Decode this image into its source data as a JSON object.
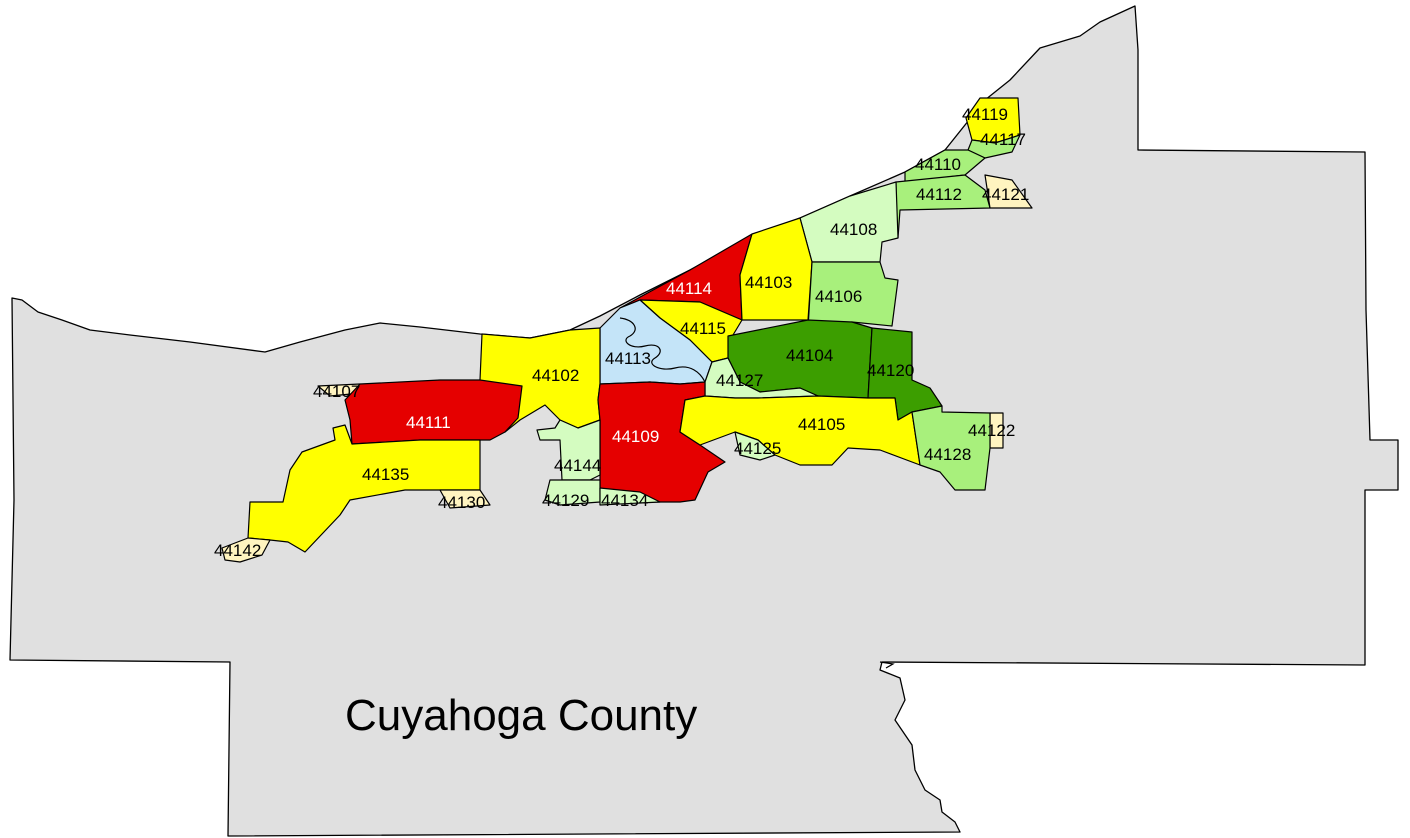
{
  "map": {
    "county_name": "Cuyahoga County",
    "colors": {
      "county_fill": "#e0e0e0",
      "red": "#e50000",
      "yellow": "#ffff00",
      "light_blue": "#c4e4f8",
      "dark_green": "#3c9e00",
      "medium_green": "#a8f07c",
      "pale_green": "#d4fcc0",
      "cream": "#fff4c0",
      "outline": "#000000"
    },
    "zip_codes": [
      {
        "id": "44119",
        "color": "yellow",
        "label_color": "#000000"
      },
      {
        "id": "44117",
        "color": "medium_green",
        "label_color": "#000000"
      },
      {
        "id": "44110",
        "color": "medium_green",
        "label_color": "#000000"
      },
      {
        "id": "44112",
        "color": "medium_green",
        "label_color": "#000000"
      },
      {
        "id": "44121",
        "color": "cream",
        "label_color": "#000000"
      },
      {
        "id": "44108",
        "color": "pale_green",
        "label_color": "#000000"
      },
      {
        "id": "44114",
        "color": "red",
        "label_color": "#ffffff"
      },
      {
        "id": "44103",
        "color": "yellow",
        "label_color": "#000000"
      },
      {
        "id": "44106",
        "color": "medium_green",
        "label_color": "#000000"
      },
      {
        "id": "44115",
        "color": "yellow",
        "label_color": "#000000"
      },
      {
        "id": "44113",
        "color": "light_blue",
        "label_color": "#000000"
      },
      {
        "id": "44104",
        "color": "dark_green",
        "label_color": "#000000"
      },
      {
        "id": "44120",
        "color": "dark_green",
        "label_color": "#000000"
      },
      {
        "id": "44102",
        "color": "yellow",
        "label_color": "#000000"
      },
      {
        "id": "44127",
        "color": "pale_green",
        "label_color": "#000000"
      },
      {
        "id": "44107",
        "color": "cream",
        "label_color": "#000000"
      },
      {
        "id": "44111",
        "color": "red",
        "label_color": "#ffffff"
      },
      {
        "id": "44109",
        "color": "red",
        "label_color": "#ffffff"
      },
      {
        "id": "44105",
        "color": "yellow",
        "label_color": "#000000"
      },
      {
        "id": "44122",
        "color": "cream",
        "label_color": "#000000"
      },
      {
        "id": "44125",
        "color": "pale_green",
        "label_color": "#000000"
      },
      {
        "id": "44128",
        "color": "medium_green",
        "label_color": "#000000"
      },
      {
        "id": "44135",
        "color": "yellow",
        "label_color": "#000000"
      },
      {
        "id": "44144",
        "color": "pale_green",
        "label_color": "#000000"
      },
      {
        "id": "44130",
        "color": "cream",
        "label_color": "#000000"
      },
      {
        "id": "44129",
        "color": "pale_green",
        "label_color": "#000000"
      },
      {
        "id": "44134",
        "color": "pale_green",
        "label_color": "#000000"
      },
      {
        "id": "44142",
        "color": "cream",
        "label_color": "#000000"
      }
    ]
  }
}
